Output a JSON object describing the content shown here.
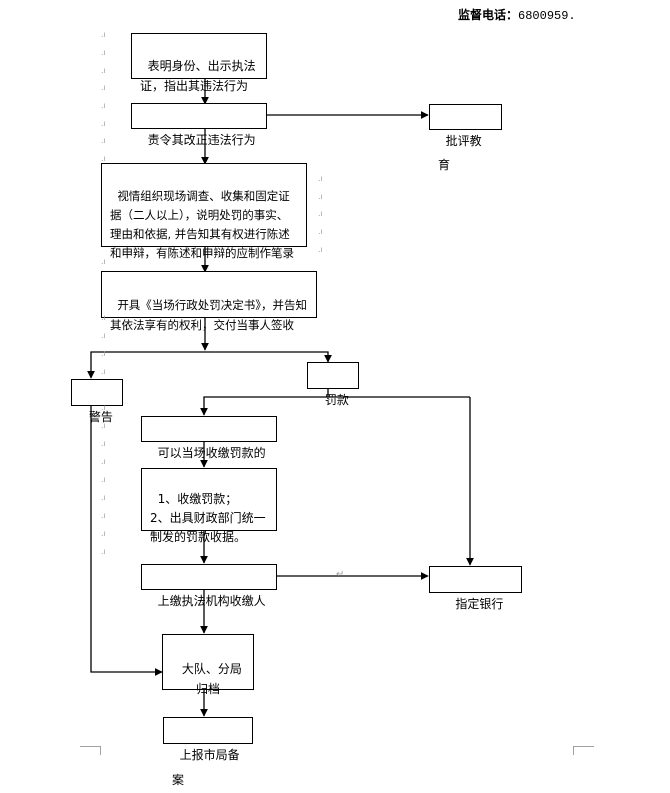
{
  "header": {
    "hotline_label": "监督电话：",
    "hotline_number": "6800959."
  },
  "nodes": {
    "identify": "表明身份、出示执法证，指出其违法行为",
    "order_correct": "责令其改正违法行为",
    "criticize": "批评教育",
    "investigate": "视情组织现场调查、收集和固定证据（二人以上），说明处罚的事实、理由和依据, 并告知其有权进行陈述和申辩，有陈述和申辩的应制作笔录",
    "decision": "开具《当场行政处罚决定书》，并告知其依法享有的权利，交付当事人签收",
    "warning": "警告",
    "fine": "罚款",
    "on_site": "可以当场收缴罚款的",
    "collect": "1、收缴罚款；\n2、出具财政部门统一制发的罚款收据。",
    "submit": "上缴执法机构收缴人",
    "bank": "指定银行",
    "archive": "大队、分局归档",
    "report": "上报市局备案"
  },
  "paragraph_mark": ".ı",
  "return_mark": "↵"
}
